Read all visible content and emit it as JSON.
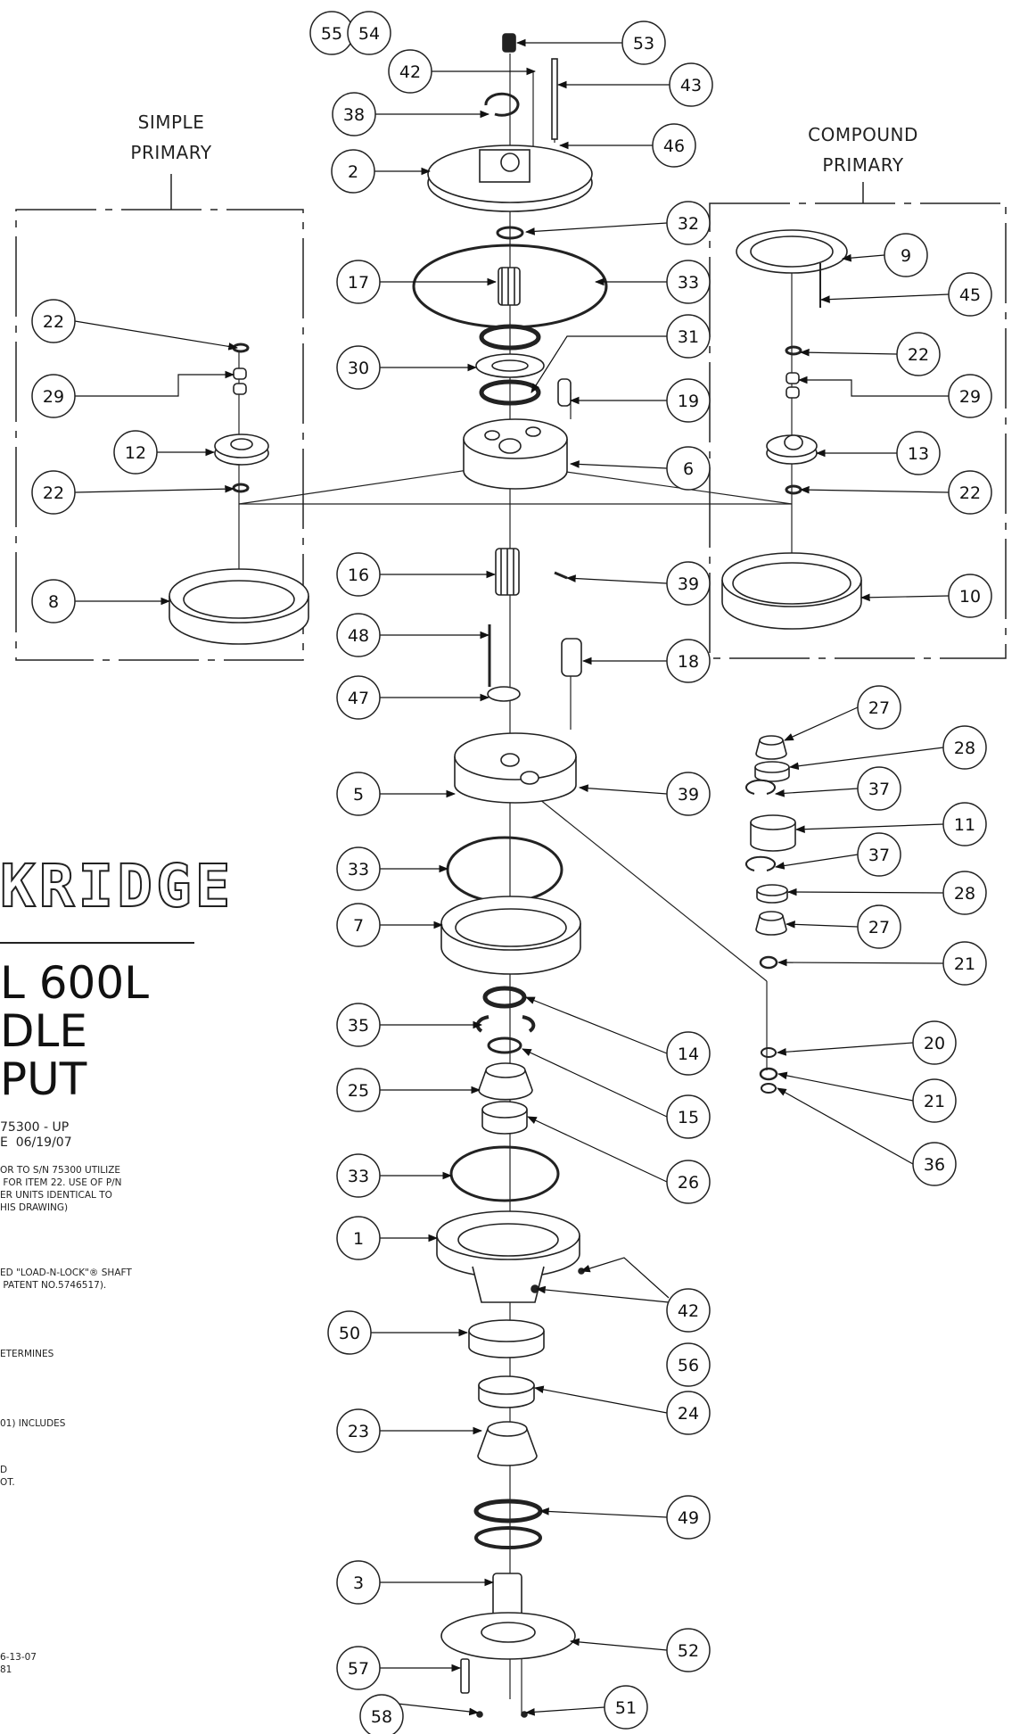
{
  "headings": {
    "simple_primary": [
      "SIMPLE",
      "PRIMARY"
    ],
    "compound_primary": [
      "COMPOUND",
      "PRIMARY"
    ]
  },
  "title_block": {
    "brand": "KRIDGE",
    "model_line1": "L 600L",
    "model_line2": "DLE",
    "model_line3": "PUT",
    "serial": "75300 - UP",
    "date": "E  06/19/07",
    "note1": "OR TO S/N 75300 UTILIZE\n FOR ITEM 22. USE OF P/N\nER UNITS IDENTICAL TO\nHIS DRAWING)",
    "note2": "ED \"LOAD-N-LOCK\"® SHAFT\n PATENT NO.5746517).",
    "note3": "ETERMINES",
    "note4": "01) INCLUDES",
    "note5": "D\nOT.",
    "revision": "6-13-07\n81"
  },
  "callouts": [
    {
      "id": "c55",
      "label": "55"
    },
    {
      "id": "c54",
      "label": "54"
    },
    {
      "id": "c53",
      "label": "53"
    },
    {
      "id": "c42a",
      "label": "42"
    },
    {
      "id": "c43",
      "label": "43"
    },
    {
      "id": "c38",
      "label": "38"
    },
    {
      "id": "c46",
      "label": "46"
    },
    {
      "id": "c2",
      "label": "2"
    },
    {
      "id": "c32",
      "label": "32"
    },
    {
      "id": "c17",
      "label": "17"
    },
    {
      "id": "c33a",
      "label": "33"
    },
    {
      "id": "c31",
      "label": "31"
    },
    {
      "id": "c30",
      "label": "30"
    },
    {
      "id": "c19",
      "label": "19"
    },
    {
      "id": "c6",
      "label": "6"
    },
    {
      "id": "c16",
      "label": "16"
    },
    {
      "id": "c39a",
      "label": "39"
    },
    {
      "id": "c48",
      "label": "48"
    },
    {
      "id": "c18",
      "label": "18"
    },
    {
      "id": "c47",
      "label": "47"
    },
    {
      "id": "c5",
      "label": "5"
    },
    {
      "id": "c39b",
      "label": "39"
    },
    {
      "id": "c33b",
      "label": "33"
    },
    {
      "id": "c7",
      "label": "7"
    },
    {
      "id": "c35",
      "label": "35"
    },
    {
      "id": "c14",
      "label": "14"
    },
    {
      "id": "c25",
      "label": "25"
    },
    {
      "id": "c15",
      "label": "15"
    },
    {
      "id": "c26",
      "label": "26"
    },
    {
      "id": "c33c",
      "label": "33"
    },
    {
      "id": "c1",
      "label": "1"
    },
    {
      "id": "c42b",
      "label": "42"
    },
    {
      "id": "c50",
      "label": "50"
    },
    {
      "id": "c56",
      "label": "56"
    },
    {
      "id": "c24",
      "label": "24"
    },
    {
      "id": "c23",
      "label": "23"
    },
    {
      "id": "c49",
      "label": "49"
    },
    {
      "id": "c3",
      "label": "3"
    },
    {
      "id": "c52",
      "label": "52"
    },
    {
      "id": "c57",
      "label": "57"
    },
    {
      "id": "c51",
      "label": "51"
    },
    {
      "id": "c58",
      "label": "58"
    },
    {
      "id": "c22a",
      "label": "22"
    },
    {
      "id": "c29a",
      "label": "29"
    },
    {
      "id": "c12",
      "label": "12"
    },
    {
      "id": "c22b",
      "label": "22"
    },
    {
      "id": "c8",
      "label": "8"
    },
    {
      "id": "c9",
      "label": "9"
    },
    {
      "id": "c45",
      "label": "45"
    },
    {
      "id": "c22c",
      "label": "22"
    },
    {
      "id": "c29b",
      "label": "29"
    },
    {
      "id": "c13",
      "label": "13"
    },
    {
      "id": "c22d",
      "label": "22"
    },
    {
      "id": "c10",
      "label": "10"
    },
    {
      "id": "c27a",
      "label": "27"
    },
    {
      "id": "c28a",
      "label": "28"
    },
    {
      "id": "c37a",
      "label": "37"
    },
    {
      "id": "c11",
      "label": "11"
    },
    {
      "id": "c37b",
      "label": "37"
    },
    {
      "id": "c28b",
      "label": "28"
    },
    {
      "id": "c27b",
      "label": "27"
    },
    {
      "id": "c21a",
      "label": "21"
    },
    {
      "id": "c20",
      "label": "20"
    },
    {
      "id": "c21b",
      "label": "21"
    },
    {
      "id": "c36",
      "label": "36"
    }
  ]
}
